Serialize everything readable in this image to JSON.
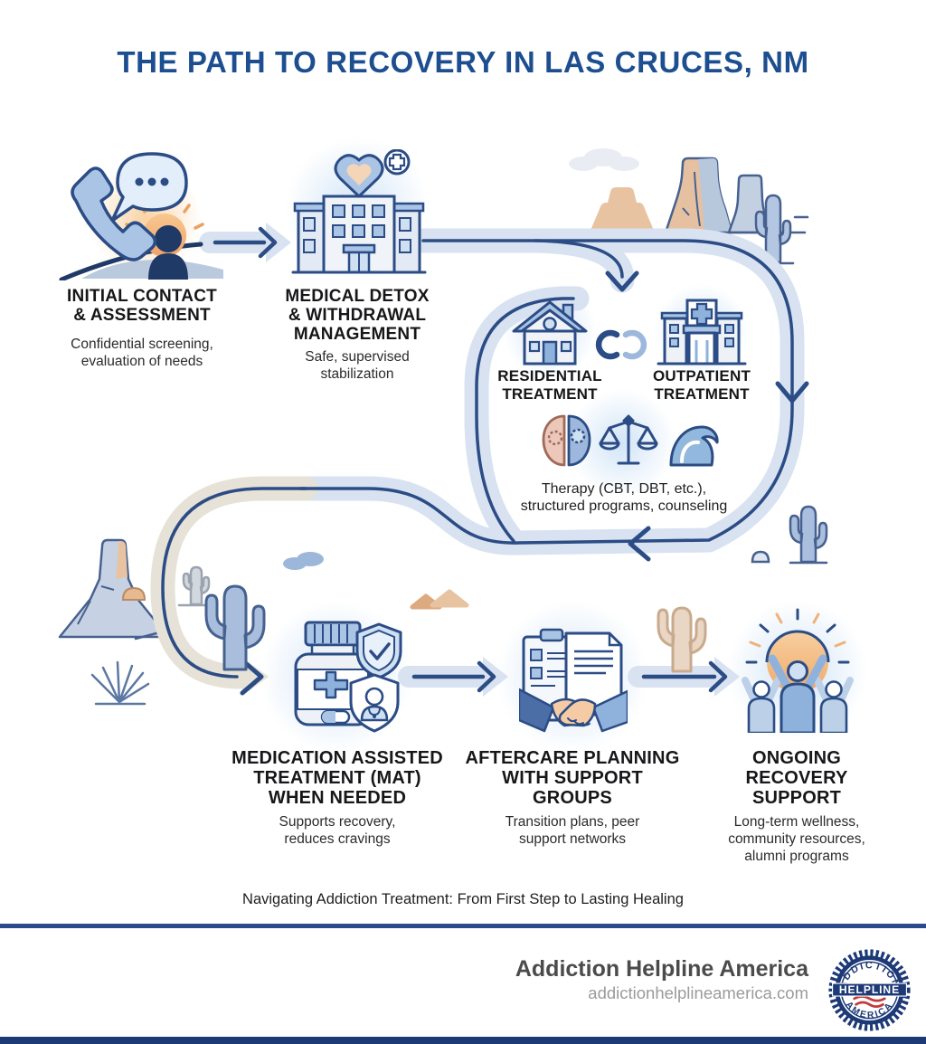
{
  "title": "THE PATH TO RECOVERY IN LAS CRUCES, NM",
  "steps": [
    {
      "id": "initial-contact",
      "title_lines": [
        "INITIAL CONTACT",
        "& ASSESSMENT"
      ],
      "desc_lines": [
        "Confidential screening,",
        "evaluation of needs"
      ],
      "icon": "phone-speech-bubble-person-sunrise-icon"
    },
    {
      "id": "medical-detox",
      "title_lines": [
        "MEDICAL DETOX",
        "& WITHDRAWAL",
        "MANAGEMENT"
      ],
      "desc_lines": [
        "Safe, supervised",
        "stabilization"
      ],
      "icon": "hospital-heart-cross-icon"
    },
    {
      "id": "residential-treatment",
      "title_lines": [
        "RESIDENTIAL",
        "TREATMENT"
      ],
      "desc_lines": [],
      "icon": "house-icon"
    },
    {
      "id": "outpatient-treatment",
      "title_lines": [
        "OUTPATIENT",
        "TREATMENT"
      ],
      "desc_lines": [],
      "icon": "clinic-cross-icon"
    },
    {
      "id": "therapy",
      "title_lines": [],
      "desc_lines": [
        "Therapy (CBT, DBT, etc.),",
        "structured programs, counseling"
      ],
      "icon": "brain-scales-wave-icons"
    },
    {
      "id": "mat",
      "title_lines": [
        "MEDICATION ASSISTED",
        "TREATMENT (MAT)",
        "WHEN NEEDED"
      ],
      "desc_lines": [
        "Supports recovery,",
        "reduces cravings"
      ],
      "icon": "pill-bottle-shields-icon"
    },
    {
      "id": "aftercare",
      "title_lines": [
        "AFTERCARE PLANNING",
        "WITH SUPPORT",
        "GROUPS"
      ],
      "desc_lines": [
        "Transition plans, peer",
        "support networks"
      ],
      "icon": "clipboard-document-handshake-icon"
    },
    {
      "id": "ongoing-support",
      "title_lines": [
        "ONGOING",
        "RECOVERY",
        "SUPPORT"
      ],
      "desc_lines": [
        "Long-term wellness,",
        "community resources,",
        "alumni programs"
      ],
      "icon": "people-sun-celebration-icon"
    }
  ],
  "caption": "Navigating Addiction Treatment: From First Step to Lasting Healing",
  "footer": {
    "brand": "Addiction Helpline America",
    "website": "addictionhelplineamerica.com",
    "badge": {
      "top": "ADDICTION",
      "middle": "HELPLINE",
      "bottom": "AMERICA"
    }
  },
  "colors": {
    "title_blue": "#1d4e8f",
    "path_navy": "#2b4c85",
    "band_blue": "#d8e2f1",
    "band_beige": "#e6e2d7",
    "icon_blue": "#a9c4e4",
    "accent_orange": "#f3b57e",
    "divider_navy": "#2b4a8c",
    "badge_navy": "#1d3976",
    "badge_red": "#c23b3b"
  }
}
